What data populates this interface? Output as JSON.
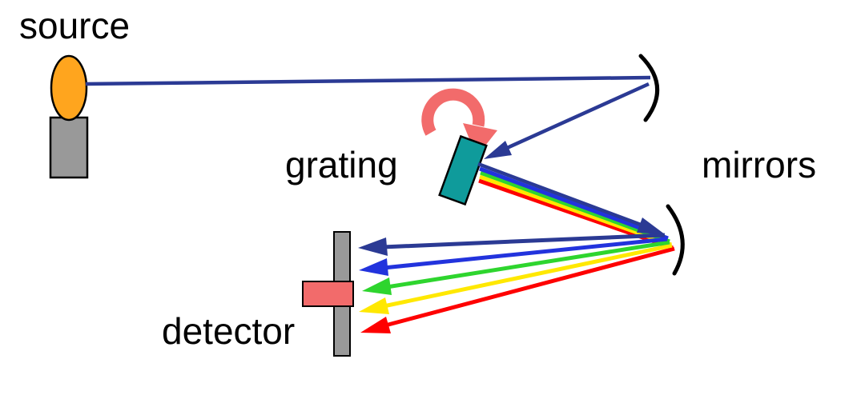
{
  "diagram": {
    "title": "spectrometer optical path diagram",
    "labels": {
      "source": "source",
      "grating": "grating",
      "mirrors": "mirrors",
      "detector": "detector"
    },
    "colors": {
      "background": "#ffffff",
      "outline": "#000000",
      "mirror_stroke": "#000000",
      "beam_navy": "#2b3a94",
      "ray_blue": "#2233dd",
      "ray_green": "#2ed52e",
      "ray_yellow": "#ffe800",
      "ray_red": "#fe0000",
      "flame_orange": "#ffa51e",
      "stand_gray": "#999999",
      "detector_gray": "#999999",
      "grating_teal": "#0f9b9b",
      "rotation_arrow_red": "#f26b6b",
      "slit_red": "#f26b6b",
      "text": "#000000"
    }
  }
}
